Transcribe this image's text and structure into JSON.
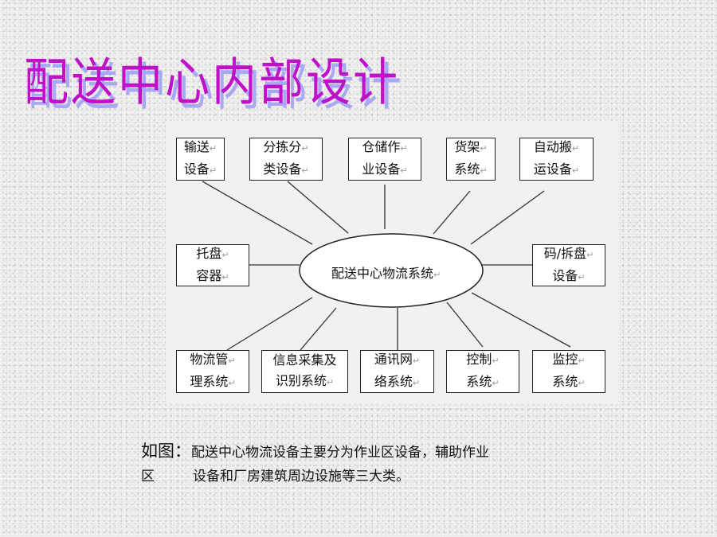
{
  "title": "配送中心内部设计",
  "return_mark": "↵",
  "diagram": {
    "center": "配送中心物流系统",
    "nodes": [
      {
        "l1": "输送",
        "l2": "设备"
      },
      {
        "l1": "分拣分",
        "l2": "类设备"
      },
      {
        "l1": "仓储作",
        "l2": "业设备"
      },
      {
        "l1": "货架",
        "l2": "系统"
      },
      {
        "l1": "自动搬",
        "l2": "运设备"
      },
      {
        "l1": "托盘",
        "l2": "容器"
      },
      {
        "l1": "码/拆盘",
        "l2": "设备"
      },
      {
        "l1": "物流管",
        "l2": "理系统"
      },
      {
        "l1": "信息采集及",
        "l2": "识别系统"
      },
      {
        "l1": "通讯网",
        "l2": "络系统"
      },
      {
        "l1": "控制",
        "l2": "系统"
      },
      {
        "l1": "监控",
        "l2": "系统"
      }
    ]
  },
  "caption": {
    "lead": "如图：",
    "line1": "配送中心物流设备主要分为作业区设备，辅助作业",
    "line2a": "区",
    "line2b": "设备和厂房建筑周边设施等三大类。"
  }
}
